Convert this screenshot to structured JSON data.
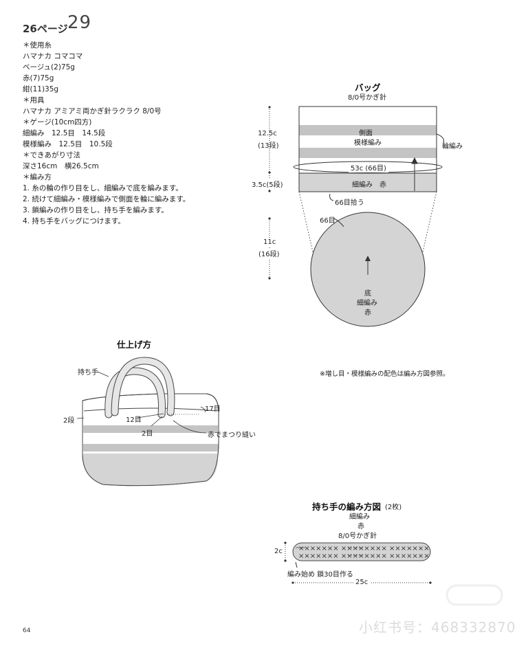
{
  "header": {
    "page_ref": "26ページ",
    "pattern_no": "29"
  },
  "instructions": [
    "＊使用糸",
    "ハマナカ コマコマ",
    "ベージュ(2)75g",
    "赤(7)75g",
    "紺(11)35g",
    "＊用具",
    "ハマナカ アミアミ両かぎ針ラクラク 8/0号",
    "＊ゲージ(10cm四方)",
    "細編み　12.5目　14.5段",
    "模様編み　12.5目　10.5段",
    "＊できあがり寸法",
    "深さ16cm　横26.5cm",
    "＊編み方",
    "1. 糸の輪の作り目をし、細編みで底を編みます。",
    "2. 続けて細編み・模様編みで側面を輪に編みます。",
    "3. 鎖編みの作り目をし、持ち手を編みます。",
    "4. 持ち手をバッグにつけます。"
  ],
  "bag_diagram": {
    "title": "バッグ",
    "hook": "8/0号かぎ針",
    "side_label": "側面",
    "side_stitch": "模様編み",
    "round_label": "輪編み",
    "width": "53c (66目)",
    "band_label": "細編み　赤",
    "pickup": "66目拾う",
    "height_top": "12.5c",
    "height_top_rows": "(13段)",
    "height_band": "3.5c(5段)",
    "base_stitches": "66目",
    "base_height": "11c",
    "base_height_rows": "(16段)",
    "base_label": "底",
    "base_stitch": "細編み",
    "base_color": "赤"
  },
  "note": "※増し目・模様編みの配色は編み方図参照。",
  "finish_diagram": {
    "title": "仕上げ方",
    "handle": "持ち手",
    "rows_label": "2段",
    "stitch_12": "12目",
    "stitch_2": "2目",
    "stitch_17": "17目",
    "sewing": "赤でまつり縫い"
  },
  "handle_diagram": {
    "title": "持ち手の編み方図",
    "count": "(2枚)",
    "stitch": "細編み",
    "color": "赤",
    "hook": "8/0号かぎ針",
    "height": "2c",
    "start": "編み始め 鎖30目作る",
    "length": "25c"
  },
  "colors": {
    "band_gray": "#c9c9c9",
    "base_gray": "#d6d6d6",
    "line": "#333333",
    "stripe_gray": "#b8b8b8"
  },
  "footer": {
    "page_number": "64",
    "watermark": "小红书号：468332870"
  }
}
